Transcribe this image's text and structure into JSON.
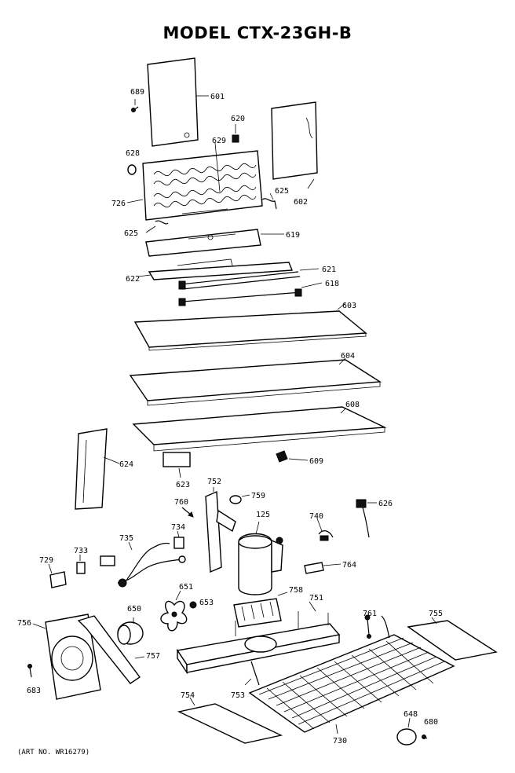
{
  "title": "MODEL CTX-23GH-B",
  "footnote": "(ART NO. WR16279)",
  "part_labels": {
    "p601": "601",
    "p602": "602",
    "p603": "603",
    "p604": "604",
    "p608": "608",
    "p609": "609",
    "p618": "618",
    "p619": "619",
    "p620": "620",
    "p621": "621",
    "p622": "622",
    "p623": "623",
    "p624": "624",
    "p625a": "625",
    "p625b": "625",
    "p626": "626",
    "p628": "628",
    "p629": "629",
    "p648": "648",
    "p650": "650",
    "p651": "651",
    "p653": "653",
    "p680": "680",
    "p683": "683",
    "p689": "689",
    "p125": "125",
    "p726": "726",
    "p729": "729",
    "p730": "730",
    "p733": "733",
    "p734": "734",
    "p735": "735",
    "p740": "740",
    "p751": "751",
    "p752": "752",
    "p753": "753",
    "p754": "754",
    "p755": "755",
    "p756": "756",
    "p757": "757",
    "p758": "758",
    "p759": "759",
    "p760": "760",
    "p761": "761",
    "p764": "764"
  }
}
